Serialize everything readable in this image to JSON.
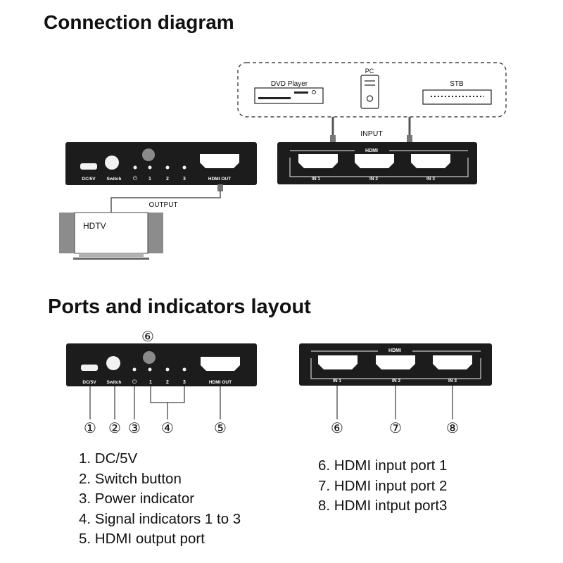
{
  "titles": {
    "connection": "Connection diagram",
    "ports": "Ports and indicators layout"
  },
  "sources": {
    "dvd": "DVD  Player",
    "pc": "PC",
    "stb": "STB",
    "input": "INPUT"
  },
  "switcher": {
    "dc": "DC/5V",
    "switch": "Switch",
    "power_symbol": "⏻",
    "ind1": "1",
    "ind2": "2",
    "ind3": "3",
    "hdmi_out": "HDMI OUT"
  },
  "inputs_panel": {
    "label": "HDMI",
    "in1": "IN 1",
    "in2": "IN 2",
    "in3": "IN 3"
  },
  "output": {
    "label": "OUTPUT",
    "tv": "HDTV"
  },
  "callouts": {
    "n1": "①",
    "n2": "②",
    "n3": "③",
    "n4": "④",
    "n5": "⑤",
    "n6": "⑥",
    "n7": "⑦",
    "n8": "⑧"
  },
  "legend": {
    "left": [
      "1. DC/5V",
      "2. Switch button",
      "3. Power indicator",
      "4. Signal indicators 1 to 3",
      "5. HDMI output port"
    ],
    "right": [
      "6. HDMI input port 1",
      "7. HDMI input port 2",
      "8. HDMI intput port3"
    ]
  }
}
